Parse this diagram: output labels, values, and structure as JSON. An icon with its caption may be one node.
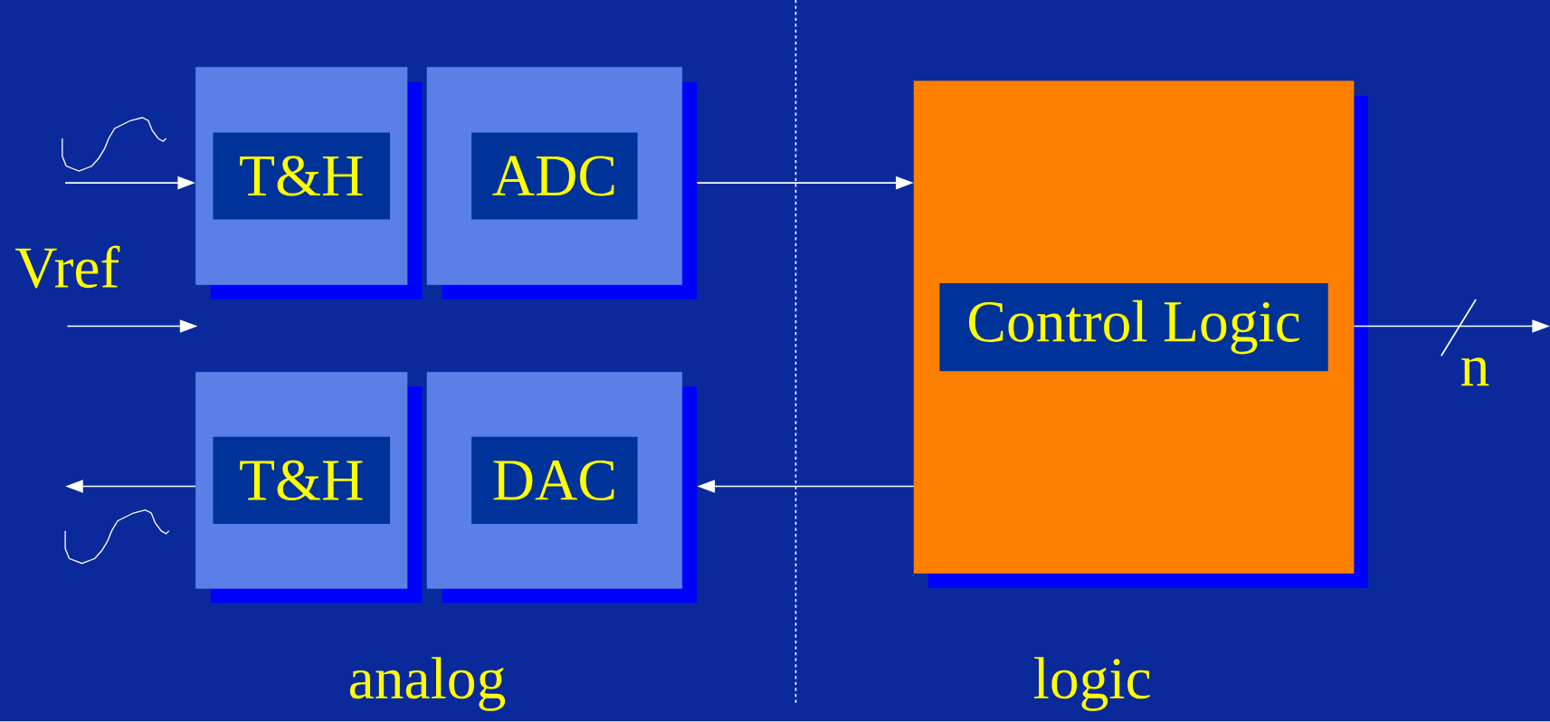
{
  "diagram": {
    "nodes": [
      {
        "text": [
          "T&H"
        ]
      },
      {
        "text": [
          "ADC"
        ]
      },
      {
        "text": [
          "Control Logic"
        ]
      },
      {
        "text": [
          "T&H"
        ]
      },
      {
        "text": [
          "DAC"
        ]
      },
      {
        "text": [
          "Vref"
        ]
      }
    ],
    "edges": [
      {
        "from": null,
        "to": 0,
        "arrow": "to"
      },
      {
        "from": 1,
        "to": 2,
        "arrow": "to"
      },
      {
        "from": 5,
        "to": null,
        "arrow": "to"
      },
      {
        "from": 2,
        "to": 4,
        "arrow": "to"
      },
      {
        "from": 3,
        "to": null,
        "arrow": "to"
      },
      {
        "from": 2,
        "to": null,
        "arrow": "to",
        "label": "n"
      }
    ],
    "labels": [
      "analog",
      "logic"
    ]
  }
}
